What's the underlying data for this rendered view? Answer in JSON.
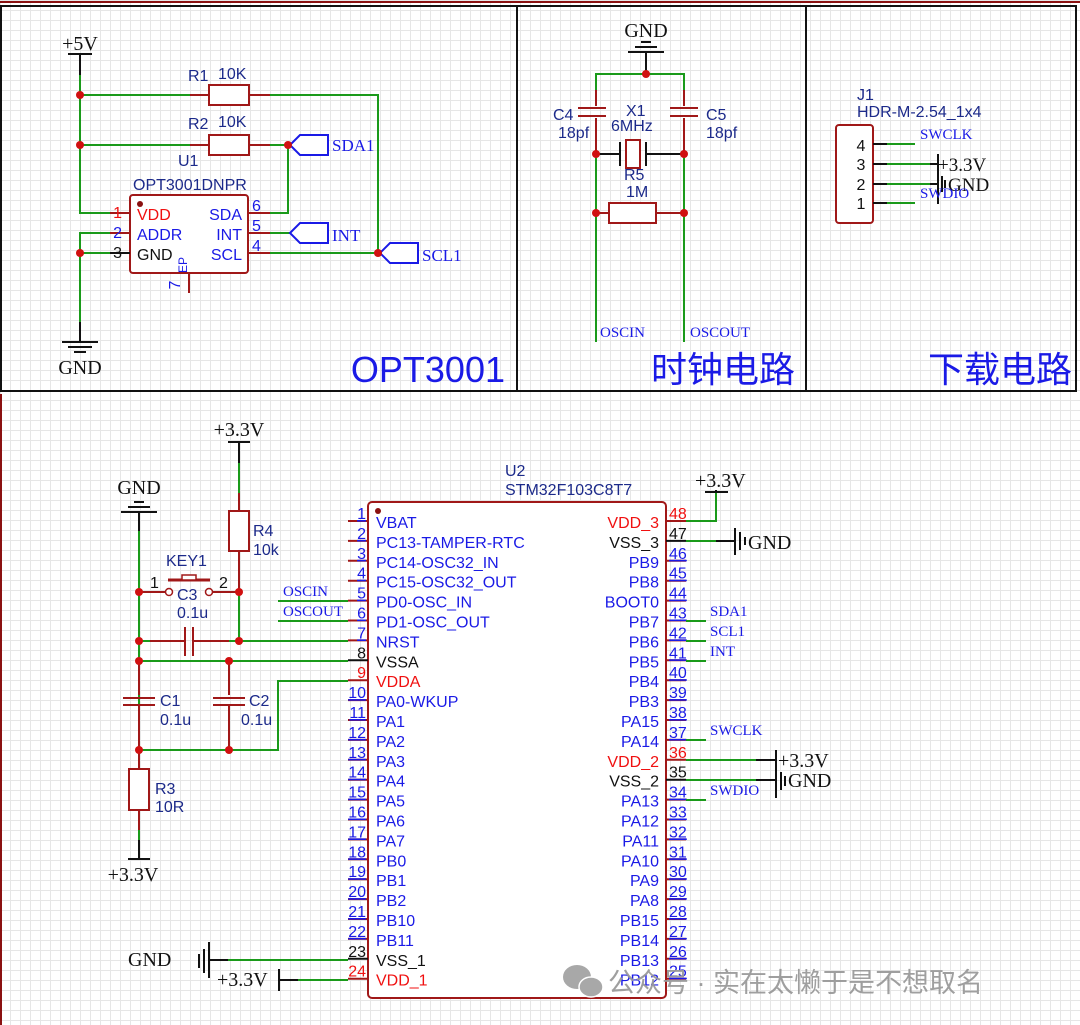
{
  "sections": {
    "opt3001": "OPT3001",
    "clock": "时钟电路",
    "download": "下载电路"
  },
  "power": {
    "p5v": "+5V",
    "p33v": "+3.3V",
    "gnd": "GND"
  },
  "opt_section": {
    "r1": {
      "ref": "R1",
      "value": "10K"
    },
    "r2": {
      "ref": "R2",
      "value": "10K"
    },
    "u1": {
      "ref": "U1",
      "part": "OPT3001DNPR"
    },
    "pins_left": [
      {
        "num": "1",
        "name": "VDD"
      },
      {
        "num": "2",
        "name": "ADDR"
      },
      {
        "num": "3",
        "name": "GND"
      }
    ],
    "pins_right": [
      {
        "num": "6",
        "name": "SDA"
      },
      {
        "num": "5",
        "name": "INT"
      },
      {
        "num": "4",
        "name": "SCL"
      }
    ],
    "pin_bottom": {
      "num": "7",
      "name": "EP"
    },
    "net_labels": [
      "SDA1",
      "INT",
      "SCL1"
    ]
  },
  "clock_section": {
    "c4": {
      "ref": "C4",
      "value": "18pf"
    },
    "c5": {
      "ref": "C5",
      "value": "18pf"
    },
    "x1": {
      "ref": "X1",
      "value": "6MHz"
    },
    "r5": {
      "ref": "R5",
      "value": "1M"
    },
    "nets": [
      "OSCIN",
      "OSCOUT"
    ]
  },
  "download_section": {
    "j1": {
      "ref": "J1",
      "part": "HDR-M-2.54_1x4"
    },
    "pins": [
      "4",
      "3",
      "2",
      "1"
    ],
    "nets": [
      "SWCLK",
      "+3.3V",
      "GND",
      "SWDIO"
    ]
  },
  "mcu_section": {
    "key1": {
      "ref": "KEY1",
      "pin1": "1",
      "pin2": "2"
    },
    "r4": {
      "ref": "R4",
      "value": "10k"
    },
    "c3": {
      "ref": "C3",
      "value": "0.1u"
    },
    "c1": {
      "ref": "C1",
      "value": "0.1u"
    },
    "c2": {
      "ref": "C2",
      "value": "0.1u"
    },
    "r3": {
      "ref": "R3",
      "value": "10R"
    },
    "u2": {
      "ref": "U2",
      "part": "STM32F103C8T7"
    },
    "left_pins": [
      {
        "num": "1",
        "name": "VBAT",
        "kind": "io"
      },
      {
        "num": "2",
        "name": "PC13-TAMPER-RTC",
        "kind": "io"
      },
      {
        "num": "3",
        "name": "PC14-OSC32_IN",
        "kind": "io"
      },
      {
        "num": "4",
        "name": "PC15-OSC32_OUT",
        "kind": "io"
      },
      {
        "num": "5",
        "name": "PD0-OSC_IN",
        "kind": "io"
      },
      {
        "num": "6",
        "name": "PD1-OSC_OUT",
        "kind": "io"
      },
      {
        "num": "7",
        "name": "NRST",
        "kind": "io"
      },
      {
        "num": "8",
        "name": "VSSA",
        "kind": "gnd"
      },
      {
        "num": "9",
        "name": "VDDA",
        "kind": "pwr"
      },
      {
        "num": "10",
        "name": "PA0-WKUP",
        "kind": "io"
      },
      {
        "num": "11",
        "name": "PA1",
        "kind": "io"
      },
      {
        "num": "12",
        "name": "PA2",
        "kind": "io"
      },
      {
        "num": "13",
        "name": "PA3",
        "kind": "io"
      },
      {
        "num": "14",
        "name": "PA4",
        "kind": "io"
      },
      {
        "num": "15",
        "name": "PA5",
        "kind": "io"
      },
      {
        "num": "16",
        "name": "PA6",
        "kind": "io"
      },
      {
        "num": "17",
        "name": "PA7",
        "kind": "io"
      },
      {
        "num": "18",
        "name": "PB0",
        "kind": "io"
      },
      {
        "num": "19",
        "name": "PB1",
        "kind": "io"
      },
      {
        "num": "20",
        "name": "PB2",
        "kind": "io"
      },
      {
        "num": "21",
        "name": "PB10",
        "kind": "io"
      },
      {
        "num": "22",
        "name": "PB11",
        "kind": "io"
      },
      {
        "num": "23",
        "name": "VSS_1",
        "kind": "gnd"
      },
      {
        "num": "24",
        "name": "VDD_1",
        "kind": "pwr"
      }
    ],
    "right_pins": [
      {
        "num": "48",
        "name": "VDD_3",
        "kind": "pwr"
      },
      {
        "num": "47",
        "name": "VSS_3",
        "kind": "gnd"
      },
      {
        "num": "46",
        "name": "PB9",
        "kind": "io"
      },
      {
        "num": "45",
        "name": "PB8",
        "kind": "io"
      },
      {
        "num": "44",
        "name": "BOOT0",
        "kind": "io"
      },
      {
        "num": "43",
        "name": "PB7",
        "kind": "io"
      },
      {
        "num": "42",
        "name": "PB6",
        "kind": "io"
      },
      {
        "num": "41",
        "name": "PB5",
        "kind": "io"
      },
      {
        "num": "40",
        "name": "PB4",
        "kind": "io"
      },
      {
        "num": "39",
        "name": "PB3",
        "kind": "io"
      },
      {
        "num": "38",
        "name": "PA15",
        "kind": "io"
      },
      {
        "num": "37",
        "name": "PA14",
        "kind": "io"
      },
      {
        "num": "36",
        "name": "VDD_2",
        "kind": "pwr"
      },
      {
        "num": "35",
        "name": "VSS_2",
        "kind": "gnd"
      },
      {
        "num": "34",
        "name": "PA13",
        "kind": "io"
      },
      {
        "num": "33",
        "name": "PA12",
        "kind": "io"
      },
      {
        "num": "32",
        "name": "PA11",
        "kind": "io"
      },
      {
        "num": "31",
        "name": "PA10",
        "kind": "io"
      },
      {
        "num": "30",
        "name": "PA9",
        "kind": "io"
      },
      {
        "num": "29",
        "name": "PA8",
        "kind": "io"
      },
      {
        "num": "28",
        "name": "PB15",
        "kind": "io"
      },
      {
        "num": "27",
        "name": "PB14",
        "kind": "io"
      },
      {
        "num": "26",
        "name": "PB13",
        "kind": "io"
      },
      {
        "num": "25",
        "name": "PB12",
        "kind": "io"
      }
    ],
    "left_nets": {
      "osc_in": "OSCIN",
      "osc_out": "OSCOUT"
    },
    "right_nets": {
      "sda": "SDA1",
      "scl": "SCL1",
      "int": "INT",
      "swclk": "SWCLK",
      "swdio": "SWDIO"
    }
  },
  "watermark": "公众号 · 实在太懒于是不想取名",
  "colors": {
    "wire": "#1a9a1a",
    "part": "#a01818",
    "junction": "#d01010",
    "pin_label": "#1a1ae6",
    "power_pin": "#f01010"
  }
}
